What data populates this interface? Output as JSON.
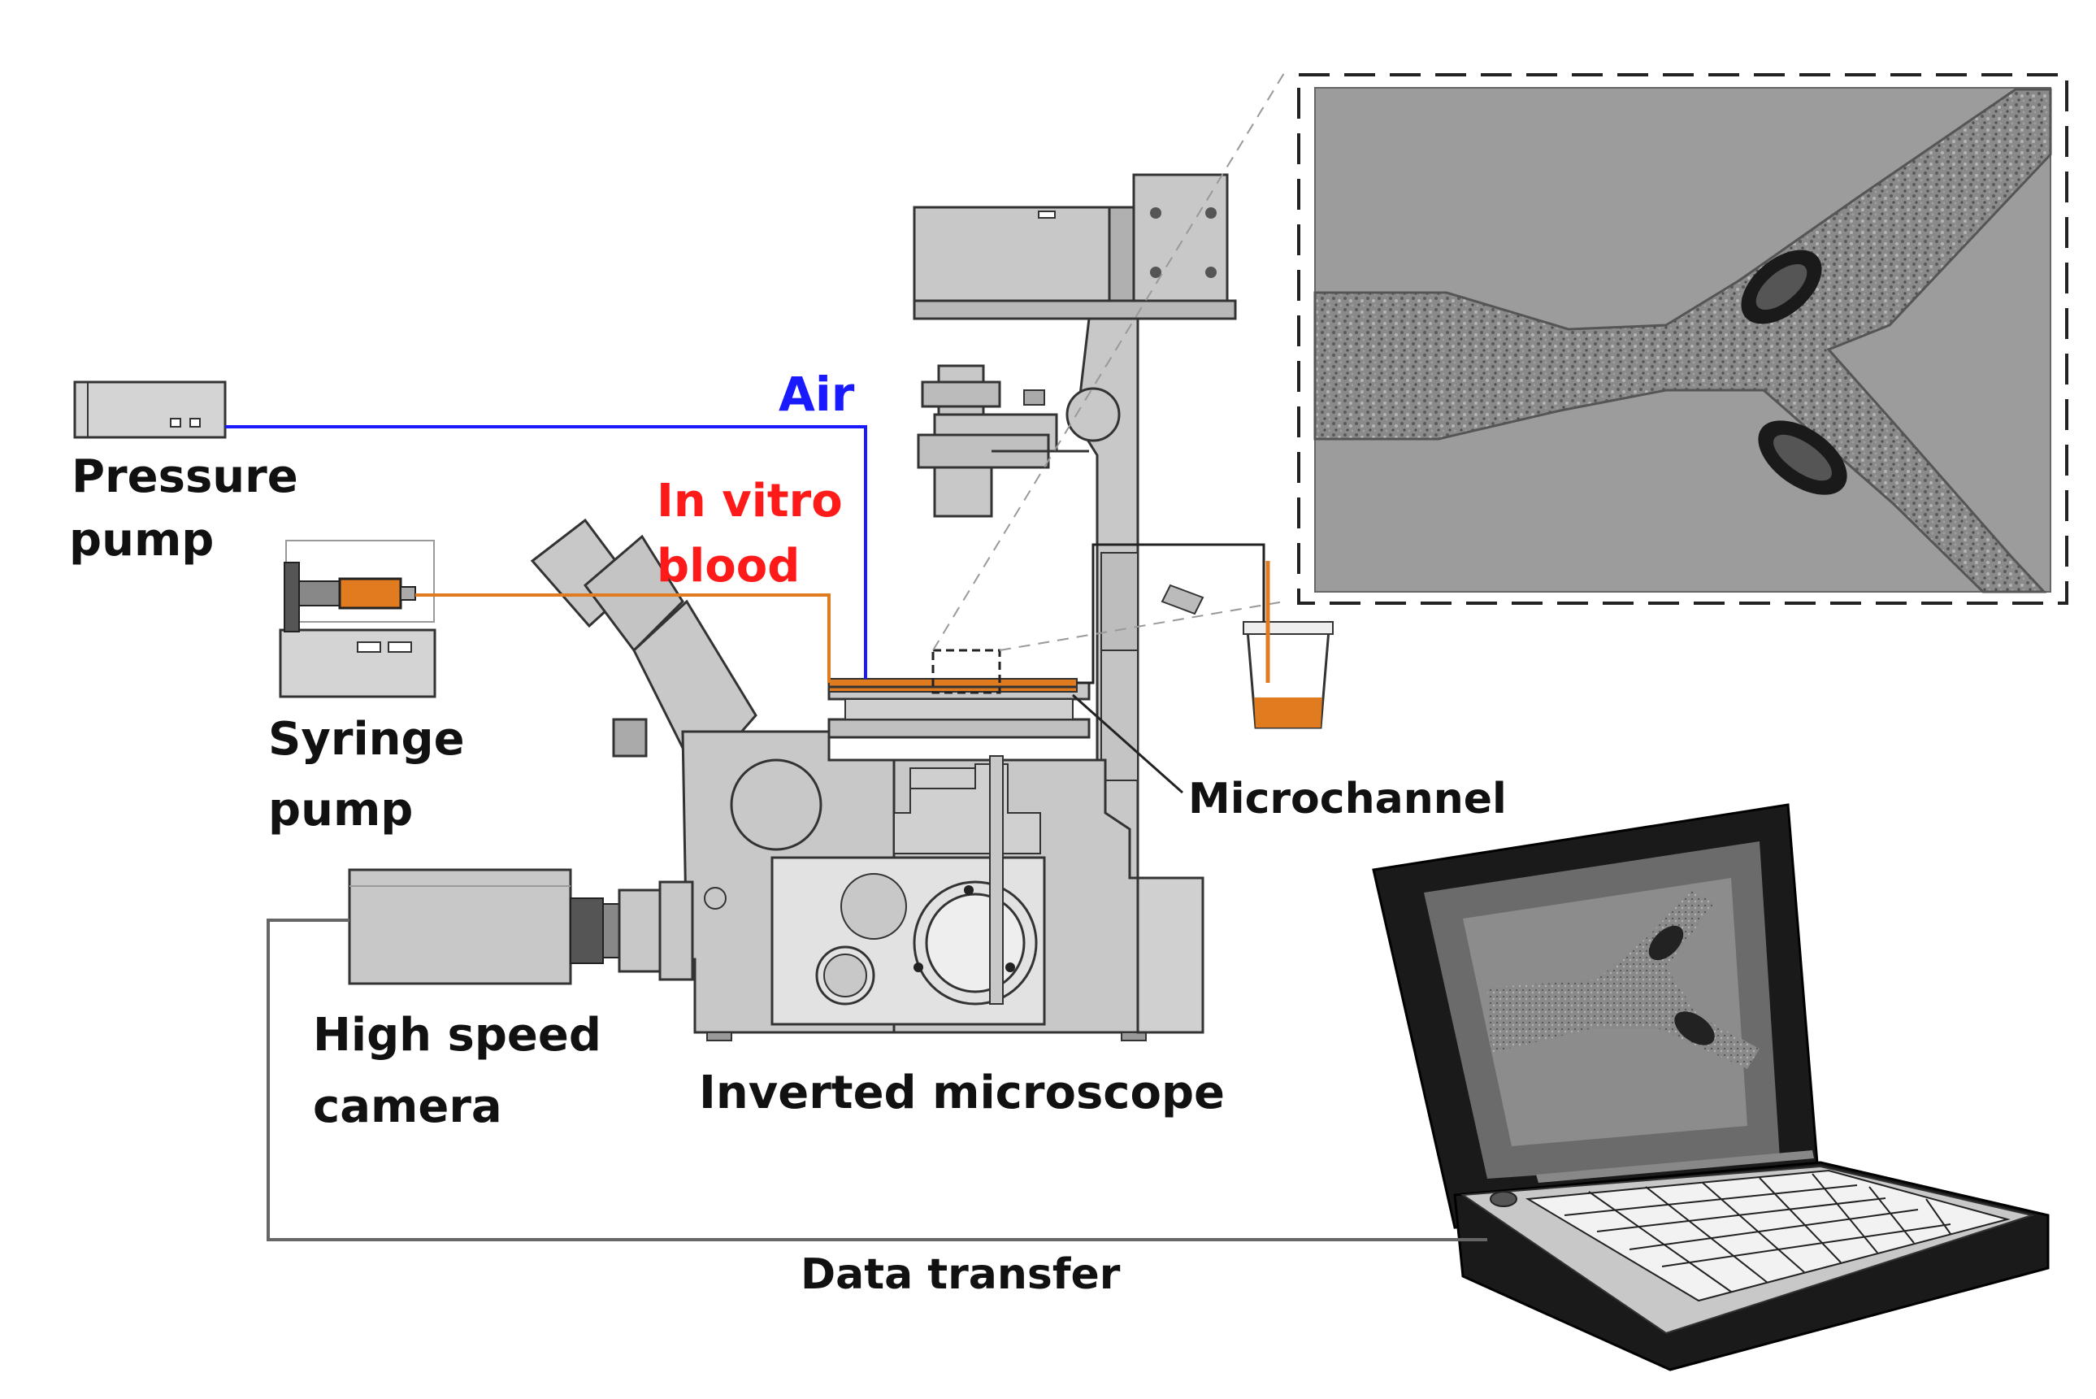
{
  "labels": {
    "pressure_pump_line1": "Pressure",
    "pressure_pump_line2": "pump",
    "syringe_pump_line1": "Syringe",
    "syringe_pump_line2": "pump",
    "air": "Air",
    "in_vitro_line1": "In vitro",
    "in_vitro_line2": "blood",
    "microchannel": "Microchannel",
    "high_speed_line1": "High speed",
    "high_speed_line2": "camera",
    "inverted_microscope": "Inverted microscope",
    "data_transfer": "Data transfer"
  },
  "colors": {
    "air_line": "#1a1aff",
    "blood_line": "#e07b20",
    "air_text": "#1a1aff",
    "blood_text": "#ff1a1a",
    "label_text": "#111111",
    "equipment_gray": "#c8c8c8",
    "equipment_dark": "#8c8c8c",
    "blood_fill": "#e07b20"
  }
}
